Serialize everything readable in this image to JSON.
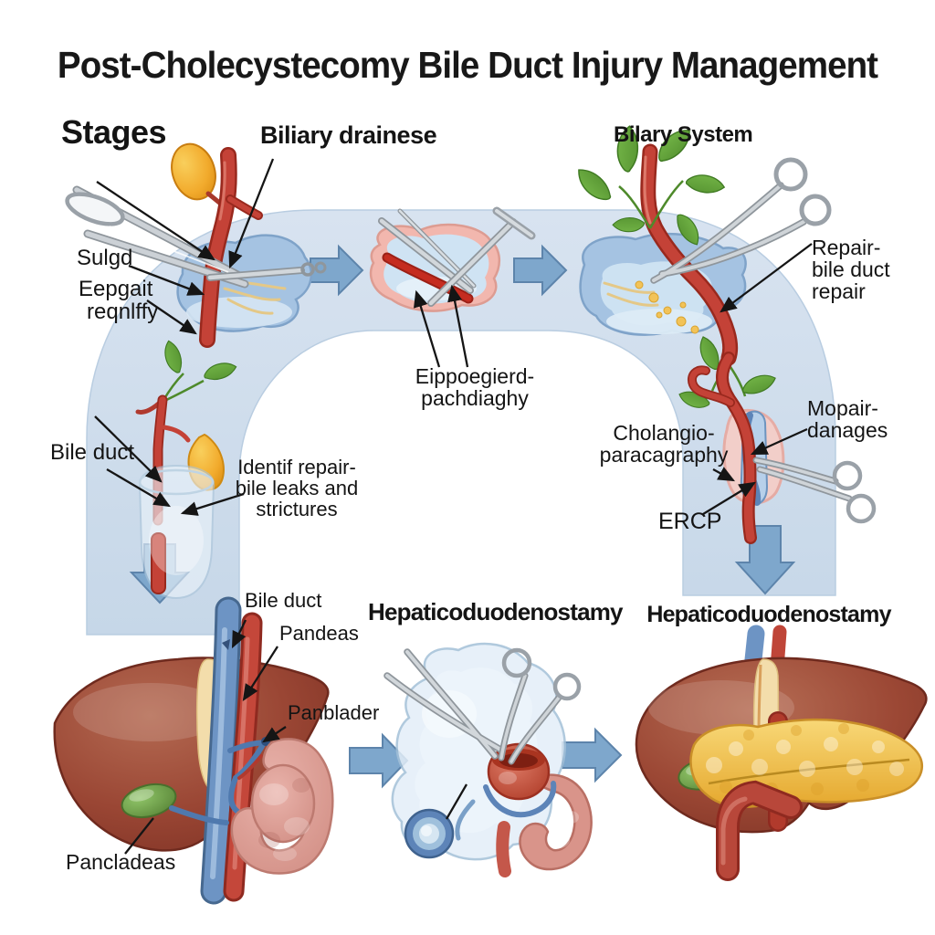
{
  "title": "Post-Cholecystecomy Bile Duct Injury Management",
  "headings": {
    "stages": "Stages",
    "biliary_drainage": "Biliary drainese",
    "biliary_system": "Bilary System",
    "hepaticoduodenostomy_mid": "Hepaticoduodenostamy",
    "hepaticoduodenostomy_right": "Hepaticoduodenostamy"
  },
  "labels": {
    "sulgd": "Sulgd",
    "eepgait": [
      "Eepgait",
      "reqnlffy"
    ],
    "repair_bile_duct": [
      "Repair-",
      "bile duct",
      "repair"
    ],
    "eippoegierd": [
      "Eippoegierd-",
      "pachdiaghy"
    ],
    "bile_duct_left": "Bile duct",
    "identify_repair": [
      "Identif repair-",
      "bile leaks and",
      "strictures"
    ],
    "cholangiography": [
      "Cholangio-",
      "paracagraphy"
    ],
    "ercp": "ERCP",
    "mopair": [
      "Mopair-",
      "danages"
    ],
    "bile_duct_bottom": "Bile duct",
    "pandeas": "Pandeas",
    "panblader": "Panblader",
    "pancladeas": "Pancladeas"
  },
  "icons": {
    "forceps": "forceps-icon",
    "probe_rod": "probe-rod-icon",
    "t_handle_probe": "t-handle-probe-icon",
    "hemostat_clamp": "hemostat-clamp-icon",
    "scissors": "scissors-icon",
    "flow_arrow_right": "flow-arrow-right-icon",
    "flow_arrow_down": "flow-arrow-down-icon"
  },
  "colors": {
    "background": "#ffffff",
    "ribbon": "#cddcec",
    "arrow_fill": "#7ea7cc",
    "arrow_stroke": "#5d84ab",
    "duct_red": "#c23a2e",
    "vessel_blue": "#6d94c4",
    "liver": "#96412f",
    "falciform_cream": "#f3ddab",
    "pancreas_yellow": "#f0c355",
    "gallbladder_green": "#6da646",
    "gallbladder_yellow": "#f2ab2d",
    "leaf_green": "#5f9e33",
    "stomach_pink": "#dfa39c",
    "instrument_gray": "#b9bfc5",
    "text": "#141414"
  }
}
